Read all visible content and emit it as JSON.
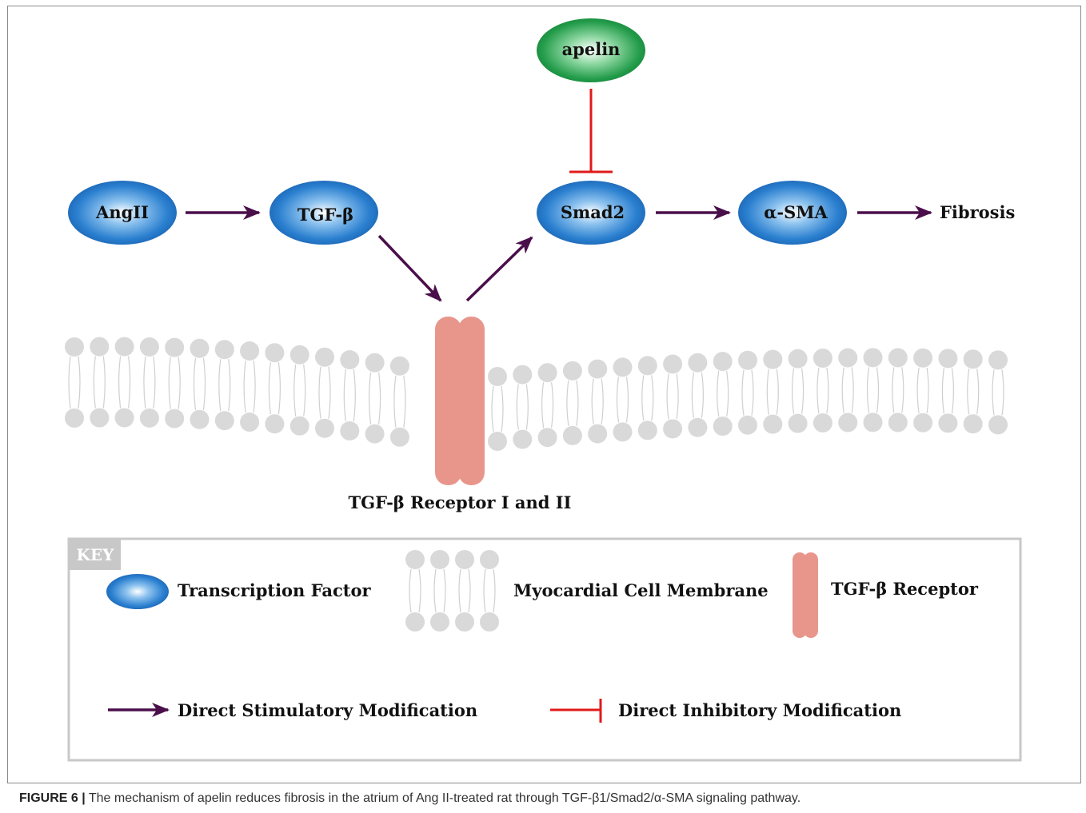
{
  "nodes": {
    "angii": "AngII",
    "tgfb": "TGF-β",
    "smad2": "Smad2",
    "asma": "α-SMA",
    "apelin": "apelin",
    "fibrosis": "Fibrosis"
  },
  "receptor_label": "TGF-β Receptor I and II",
  "key": {
    "title": "KEY",
    "transcription_factor": "Transcription Factor",
    "cell_membrane": "Myocardial Cell Membrane",
    "receptor": "TGF-β Receptor",
    "stimulatory": "Direct Stimulatory Modification",
    "inhibitory": "Direct Inhibitory Modification"
  },
  "caption": {
    "figure_number": "FIGURE 6 |",
    "text": " The mechanism of apelin reduces fibrosis in the atrium of Ang II-treated rat through TGF-β1/Smad2/α-SMA signaling pathway."
  },
  "colors": {
    "stimulatory_arrow": "#4a0f4a",
    "inhibitory_arrow": "#e01a1a",
    "transcription_factor": "#1f6fbf",
    "apelin": "#1a8a3c",
    "receptor": "#e8968c",
    "membrane": "#d9d9d9"
  }
}
